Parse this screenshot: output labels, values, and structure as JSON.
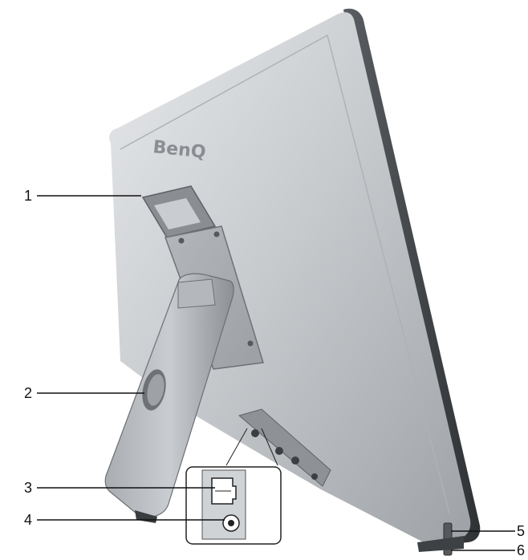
{
  "figure": {
    "brand_logo": "BenQ",
    "callouts": [
      {
        "id": "1",
        "label": "1"
      },
      {
        "id": "2",
        "label": "2"
      },
      {
        "id": "3",
        "label": "3"
      },
      {
        "id": "4",
        "label": "4"
      },
      {
        "id": "5",
        "label": "5"
      },
      {
        "id": "6",
        "label": "6"
      }
    ],
    "colors": {
      "body_light": "#d7d9db",
      "body_mid": "#b9bcbf",
      "body_dark": "#6e7276",
      "bezel_edge": "#4a4d50",
      "callout_line": "#111111"
    }
  }
}
